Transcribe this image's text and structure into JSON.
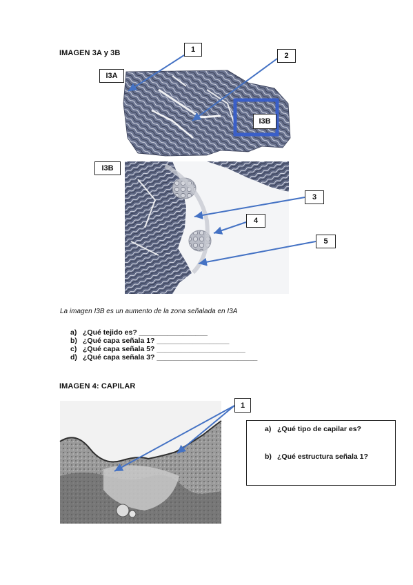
{
  "section1": {
    "heading": "IMAGEN 3A y 3B",
    "label_a": "I3A",
    "label_b": "I3B",
    "inset_label": "I3B",
    "markers": [
      "1",
      "2",
      "3",
      "4",
      "5"
    ],
    "caption": "La imagen I3B es un aumento de la zona señalada en I3A",
    "questions": [
      {
        "marker": "a)",
        "text": "¿Qué tejido es? _________________"
      },
      {
        "marker": "b)",
        "text": "¿Qué capa señala 1? __________________"
      },
      {
        "marker": "c)",
        "text": "¿Qué capa señala 5? ______________________"
      },
      {
        "marker": "d)",
        "text": "¿Qué capa señala 3? _________________________"
      }
    ]
  },
  "section2": {
    "heading": "IMAGEN 4: CAPILAR",
    "marker": "1",
    "questions": [
      {
        "marker": "a)",
        "text": "¿Qué tipo de capilar es?"
      },
      {
        "marker": "b)",
        "text": "¿Qué estructura señala 1?"
      }
    ]
  },
  "colors": {
    "arrow": "#4472c4",
    "highlight_box": "#3a5fc8",
    "tissue": "#55607a",
    "background": "#ffffff"
  }
}
